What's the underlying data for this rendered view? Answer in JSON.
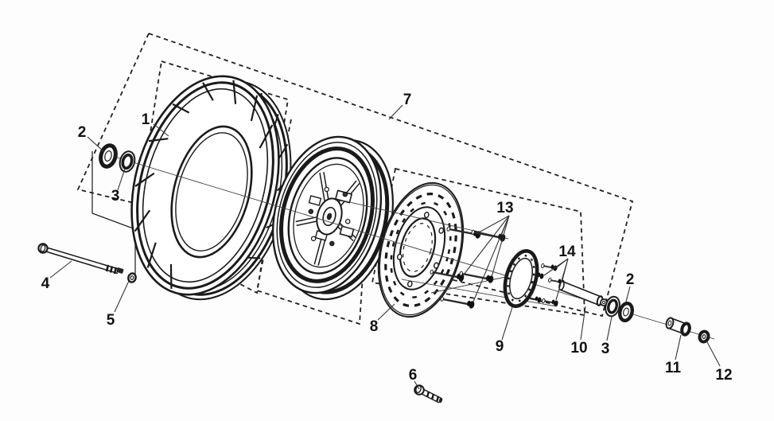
{
  "figure": {
    "type": "exploded-parts-diagram",
    "subject": "front-wheel-assembly",
    "background_color": "#fdfdfd",
    "line_color": "#1a1a1a",
    "callouts": {
      "c1": "1",
      "c2_left": "2",
      "c3_left": "3",
      "c4": "4",
      "c5": "5",
      "c6": "6",
      "c7": "7",
      "c8": "8",
      "c9": "9",
      "c10": "10",
      "c2_right": "2",
      "c3_right": "3",
      "c11": "11",
      "c12": "12",
      "c13": "13",
      "c14": "14"
    }
  }
}
